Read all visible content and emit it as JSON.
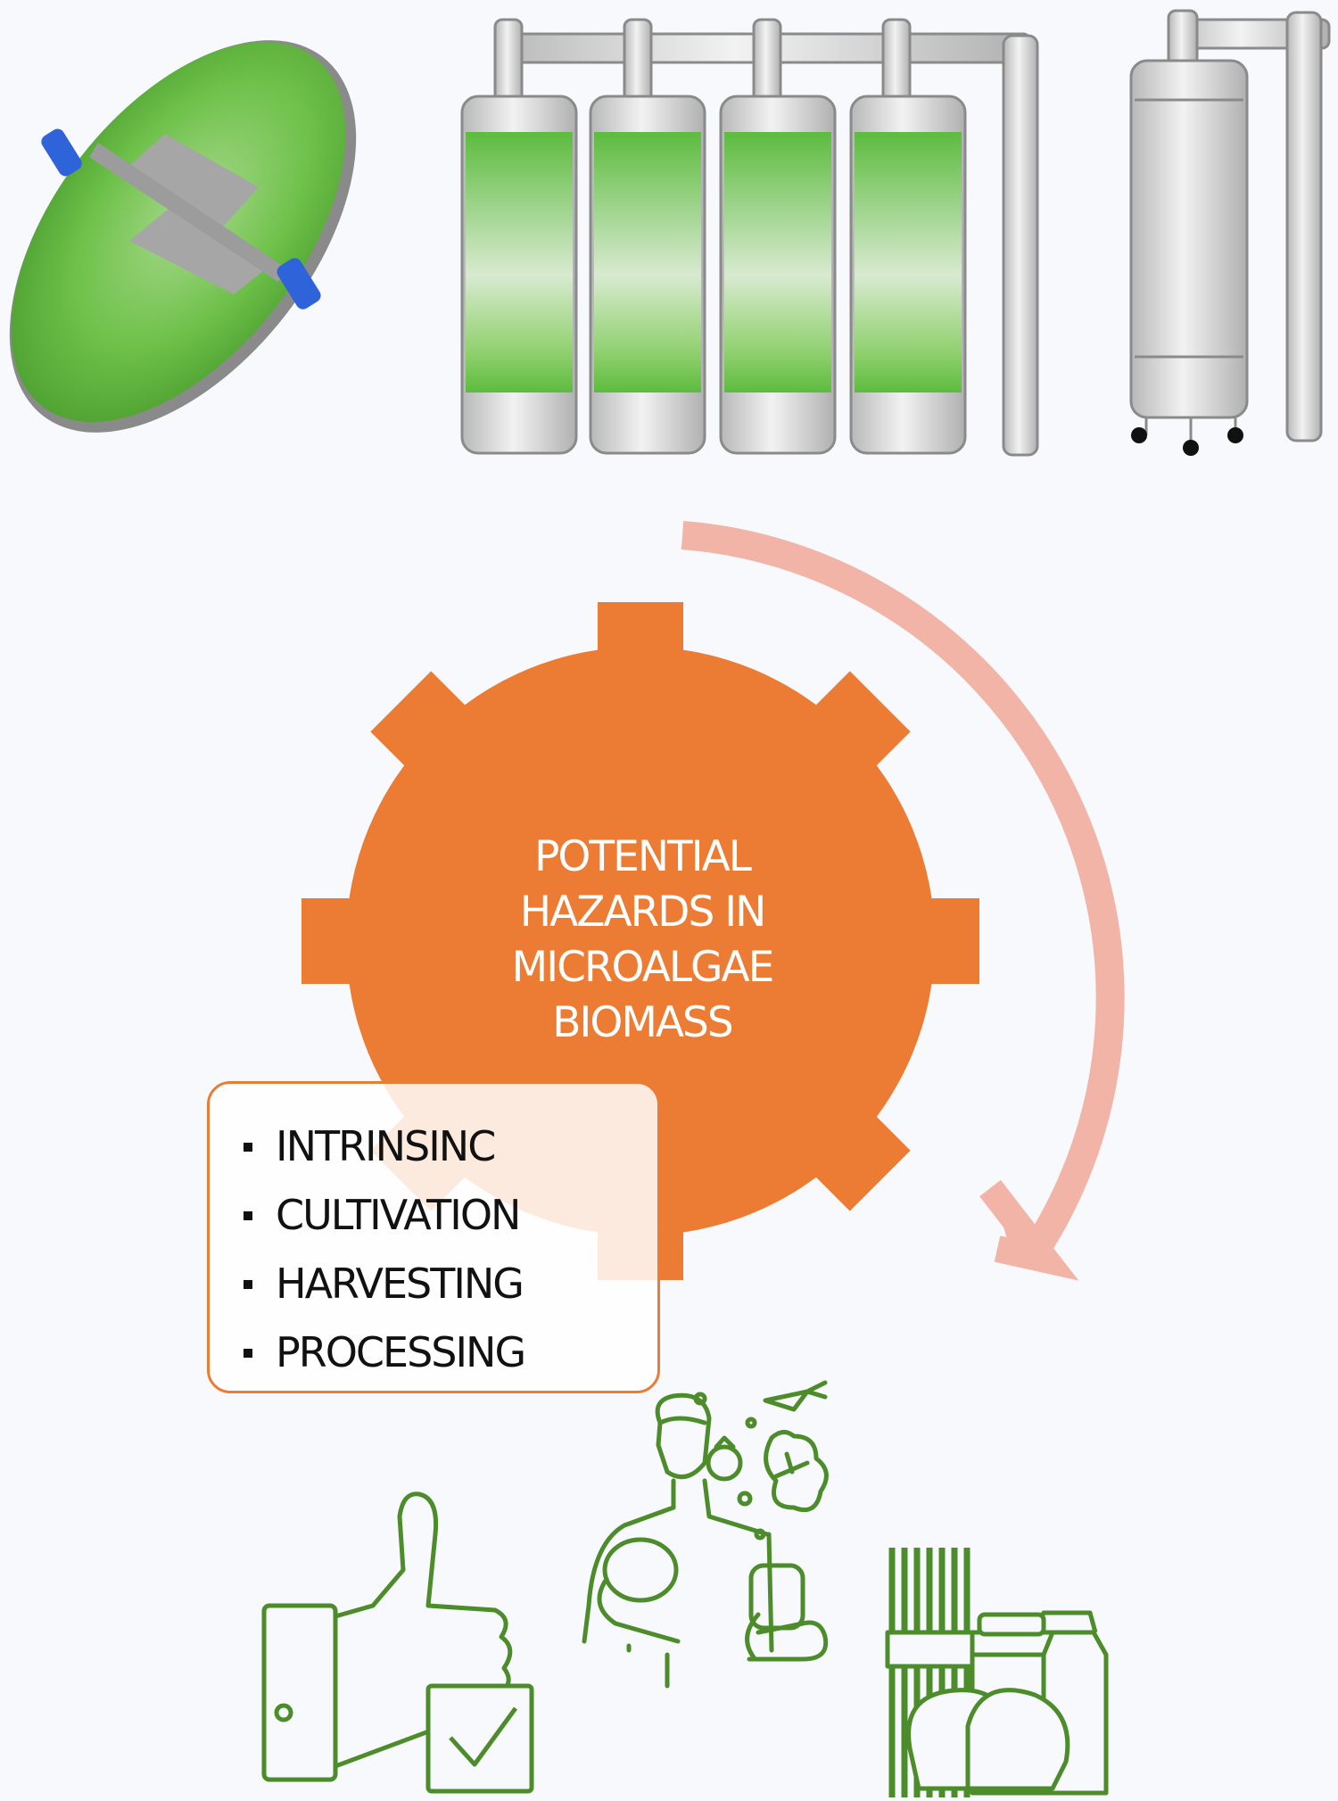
{
  "gear": {
    "lines": [
      "POTENTIAL",
      "HAZARDS IN",
      "MICROALGAE",
      "BIOMASS"
    ],
    "color": "#ec7b34"
  },
  "hazards": {
    "items": [
      "INTRINSINC",
      "CULTIVATION",
      "HARVESTING",
      "PROCESSING"
    ],
    "border_color": "#ec7b34"
  },
  "colors": {
    "algae_green": "#5dbb3f",
    "icon_green": "#4c8c2a",
    "arrow_pink": "#f2b4a6",
    "metal_gray": "#c9c9c9",
    "clamp_blue": "#2f63d9"
  },
  "icons": [
    "raceway-pond-icon",
    "tubular-photobioreactor-icon",
    "fermenter-tank-icon",
    "cycle-arrow-icon",
    "gear-icon",
    "thumbs-up-check-icon",
    "consumer-food-icon",
    "food-products-icon"
  ]
}
